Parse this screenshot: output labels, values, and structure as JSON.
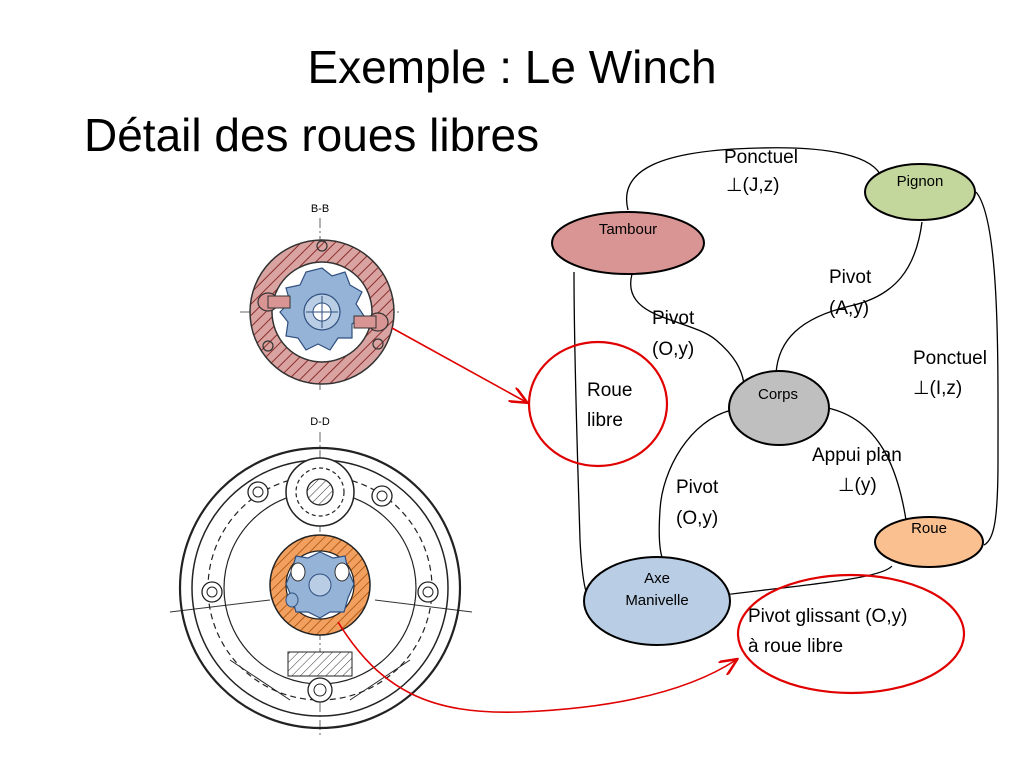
{
  "title": "Exemple : Le Winch",
  "subtitle": "Détail des roues libres",
  "drawings": {
    "top_label": "B-B",
    "bottom_label": "D-D"
  },
  "colors": {
    "tambour": "#d99594",
    "pignon": "#c3d69b",
    "corps": "#bfbfbf",
    "roue": "#fac090",
    "axe": "#b9cde5",
    "hatch_red": "#c0504d",
    "hatch_orange": "#e36c09",
    "part_blue": "#95b3d7",
    "callout": "#e00000"
  },
  "nodes": {
    "tambour": "Tambour",
    "pignon": "Pignon",
    "corps": "Corps",
    "roue": "Roue",
    "axe_line1": "Axe",
    "axe_line2": "Manivelle"
  },
  "edges": {
    "ponctuel_jz_1": "Ponctuel",
    "ponctuel_jz_2": "⊥(J,z)",
    "pivot_ay_1": "Pivot",
    "pivot_ay_2": "(A,y)",
    "pivot_oy_top_1": "Pivot",
    "pivot_oy_top_2": "(O,y)",
    "ponctuel_iz_1": "Ponctuel",
    "ponctuel_iz_2": "⊥(I,z)",
    "appui_1": "Appui plan",
    "appui_2": "⊥(y)",
    "pivot_oy_bot_1": "Pivot",
    "pivot_oy_bot_2": "(O,y)"
  },
  "callouts": {
    "roue_libre_1": "Roue",
    "roue_libre_2": "libre",
    "pivot_glissant_1": "Pivot glissant (O,y)",
    "pivot_glissant_2": "à roue libre"
  }
}
